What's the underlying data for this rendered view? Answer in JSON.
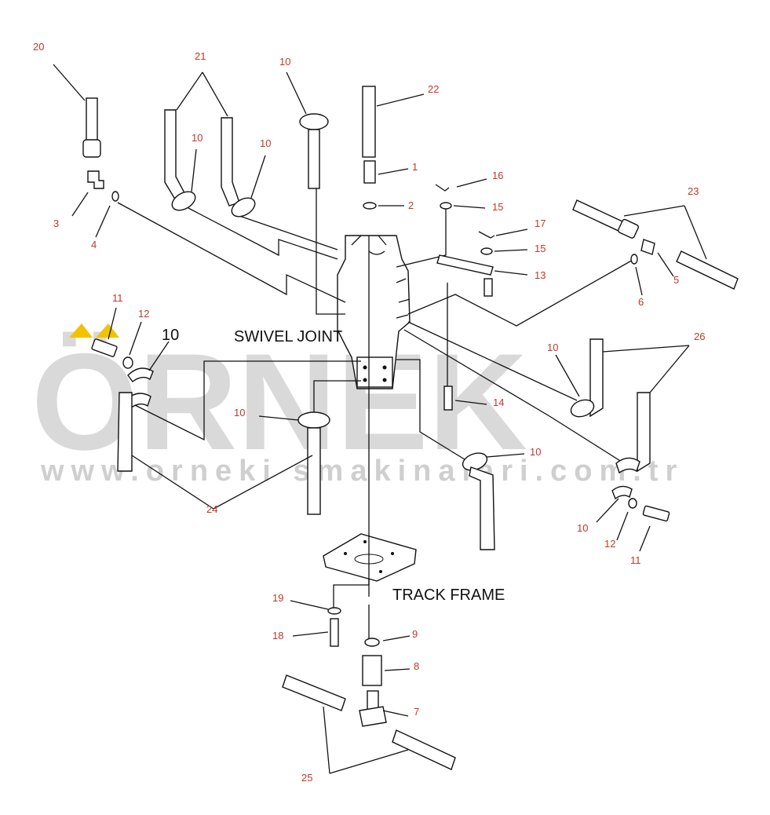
{
  "watermark": {
    "brand": "ÖRNEK",
    "url": "www.orneki smakinalari.com.tr",
    "accent_color": "#f2c200"
  },
  "labels": {
    "swivel_joint": "SWIVEL JOINT",
    "track_frame": "TRACK FRAME",
    "big_ten": "10"
  },
  "callouts": {
    "p1": "1",
    "p2": "2",
    "p3": "3",
    "p4": "4",
    "p5": "5",
    "p6": "6",
    "p7": "7",
    "p8": "8",
    "p9": "9",
    "p10a": "10",
    "p10b": "10",
    "p10c": "10",
    "p10d": "10",
    "p10e": "10",
    "p10f": "10",
    "p10g": "10",
    "p10h": "10",
    "p11a": "11",
    "p11b": "11",
    "p12a": "12",
    "p12b": "12",
    "p13": "13",
    "p14": "14",
    "p15a": "15",
    "p15b": "15",
    "p16": "16",
    "p17": "17",
    "p18": "18",
    "p19": "19",
    "p20": "20",
    "p21": "21",
    "p22": "22",
    "p23": "23",
    "p24": "24",
    "p25": "25",
    "p26": "26"
  },
  "colors": {
    "callout_text": "#c0392b",
    "line": "#111111",
    "watermark": "#d9d9d9"
  }
}
